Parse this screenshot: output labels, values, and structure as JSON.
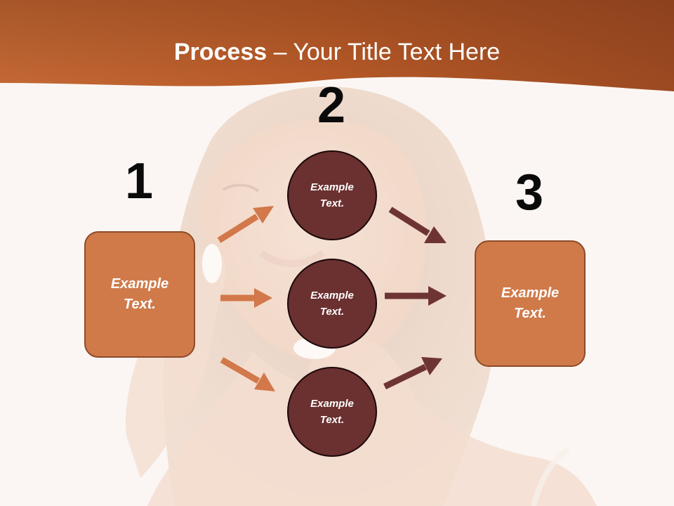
{
  "title": {
    "bold": "Process",
    "rest": " – Your Title Text Here"
  },
  "steps": {
    "one": "1",
    "two": "2",
    "three": "3"
  },
  "left_box": {
    "text": "Example Text."
  },
  "right_box": {
    "text": "Example Text."
  },
  "circles": [
    {
      "text": "Example Text."
    },
    {
      "text": "Example Text."
    },
    {
      "text": "Example Text."
    }
  ],
  "colors": {
    "header": "#b85a28",
    "box_fill": "#d07a4a",
    "circle_fill": "#6b3030",
    "arrow_orange": "#d2784a",
    "arrow_maroon": "#6e3434"
  }
}
